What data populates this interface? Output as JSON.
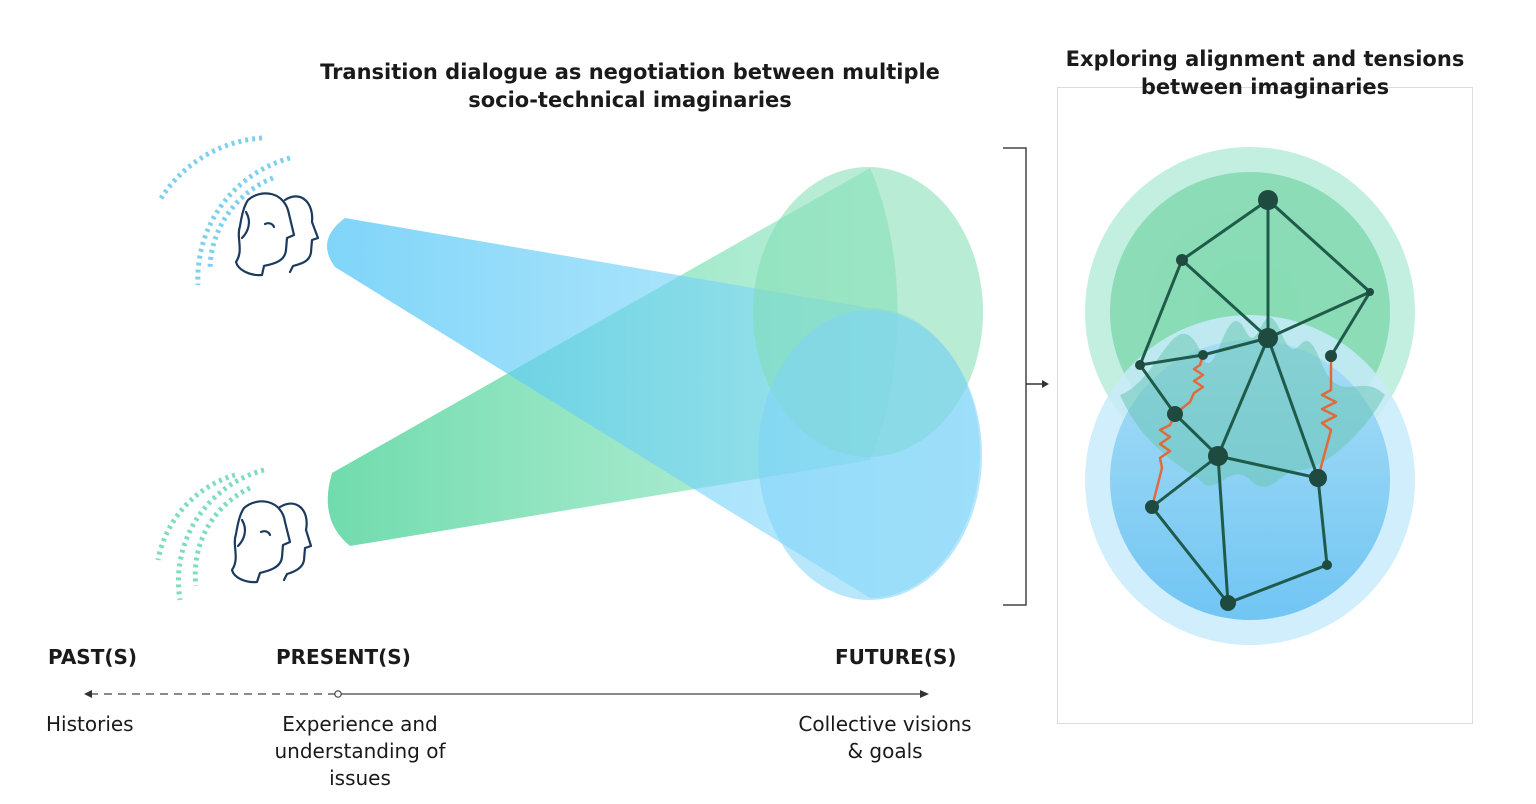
{
  "main_title_lines": [
    "Transition dialogue as negotiation between multiple",
    "socio-technical imaginaries"
  ],
  "panel_title_lines": [
    "Exploring alignment and tensions",
    "between imaginaries"
  ],
  "timeline": {
    "past": {
      "label": "PAST(S)",
      "description": [
        "Histories"
      ]
    },
    "present": {
      "label": "PRESENT(S)",
      "description": [
        "Experience and",
        "understanding of",
        "issues"
      ]
    },
    "future": {
      "label": "FUTURE(S)",
      "description": [
        "Collective visions",
        "& goals"
      ]
    }
  },
  "colors": {
    "blue": "#5ccaf7",
    "green": "#5fd9a6",
    "network": "#1f5a4a",
    "tension": "#e06a3c",
    "head_outline": "#1c3a5e"
  },
  "icons": [
    "head-pair-icon",
    "sound-wave-icon",
    "bracket-icon",
    "arrow-right-icon",
    "network-icon",
    "spring-icon"
  ]
}
